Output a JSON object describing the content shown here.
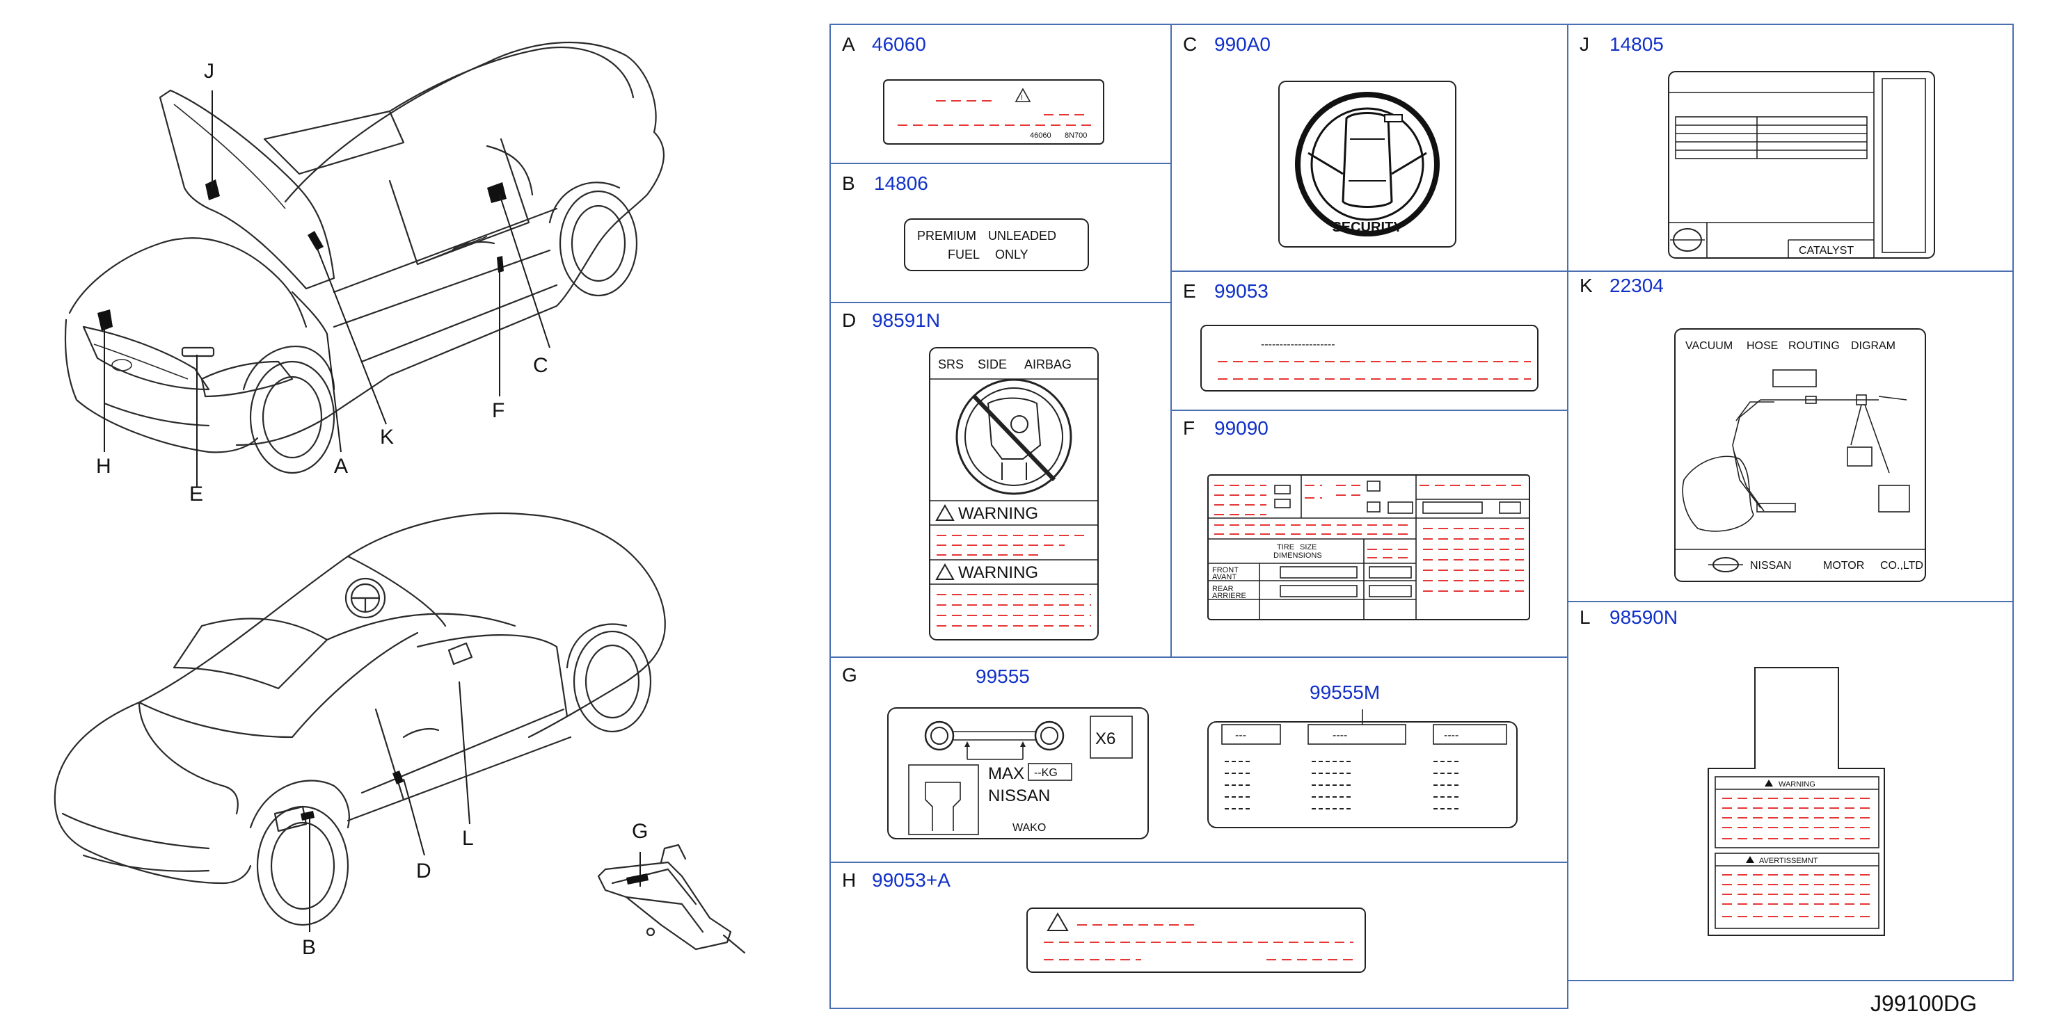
{
  "diagram": {
    "catalog_number": "J99100DG",
    "callouts": [
      "J",
      "C",
      "F",
      "H",
      "E",
      "A",
      "K",
      "L",
      "D",
      "B",
      "G"
    ],
    "parts": {
      "A": {
        "letter": "A",
        "part_number": "46060",
        "texts": [
          "46060",
          "8N700"
        ]
      },
      "B": {
        "letter": "B",
        "part_number": "14806",
        "texts": [
          "PREMIUM",
          "UNLEADED",
          "FUEL",
          "ONLY"
        ]
      },
      "C": {
        "letter": "C",
        "part_number": "990A0",
        "texts": [
          "SECURITY"
        ]
      },
      "D": {
        "letter": "D",
        "part_number": "98591N",
        "texts": [
          "SRS",
          "SIDE",
          "AIRBAG",
          "WARNING",
          "WARNING"
        ]
      },
      "E": {
        "letter": "E",
        "part_number": "99053",
        "texts": [
          "--------------------"
        ]
      },
      "F": {
        "letter": "F",
        "part_number": "99090",
        "texts": [
          "TIRE",
          "SIZE",
          "DIMENSIONS",
          "FRONT",
          "AVANT",
          "REAR",
          "ARRIERE"
        ]
      },
      "G": {
        "letter": "G",
        "part_number": "99555",
        "part_number_2": "99555M",
        "texts": [
          "X6",
          "MAX",
          "--KG",
          "NISSAN",
          "WAKO"
        ],
        "table_headers": [
          "---",
          "----",
          "----"
        ]
      },
      "H": {
        "letter": "H",
        "part_number": "99053+A"
      },
      "J": {
        "letter": "J",
        "part_number": "14805",
        "texts": [
          "CATALYST"
        ]
      },
      "K": {
        "letter": "K",
        "part_number": "22304",
        "texts": [
          "VACUUM",
          "HOSE",
          "ROUTING",
          "DIGRAM",
          "NISSAN",
          "MOTOR",
          "CO.,LTD"
        ]
      },
      "L": {
        "letter": "L",
        "part_number": "98590N",
        "texts": [
          "WARNING",
          "AVERTISSEMNT"
        ]
      }
    }
  }
}
